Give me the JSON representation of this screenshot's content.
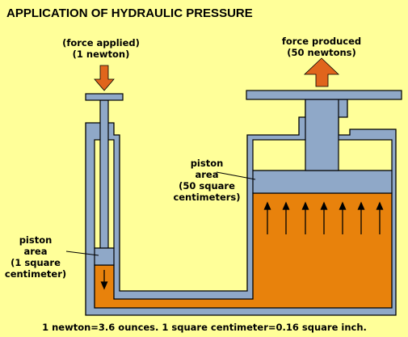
{
  "title": "APPLICATION OF HYDRAULIC PRESSURE",
  "left": {
    "force_line1": "(force applied)",
    "force_line2": "(1 newton)",
    "piston_line1": "piston",
    "piston_line2": "area",
    "piston_line3": "(1 square",
    "piston_line4": "centimeter)"
  },
  "right": {
    "force_line1": "force produced",
    "force_line2": "(50 newtons)",
    "piston_line1": "piston",
    "piston_line2": "area",
    "piston_line3": "(50 square",
    "piston_line4": "centimeters)"
  },
  "footnote": "1 newton=3.6 ounces.  1 square centimeter=0.16 square inch.",
  "colors": {
    "background": "#ffff99",
    "fluid": "#e8820c",
    "metal": "#8fa8c8",
    "arrow": "#e0651c",
    "outline": "#000000"
  }
}
